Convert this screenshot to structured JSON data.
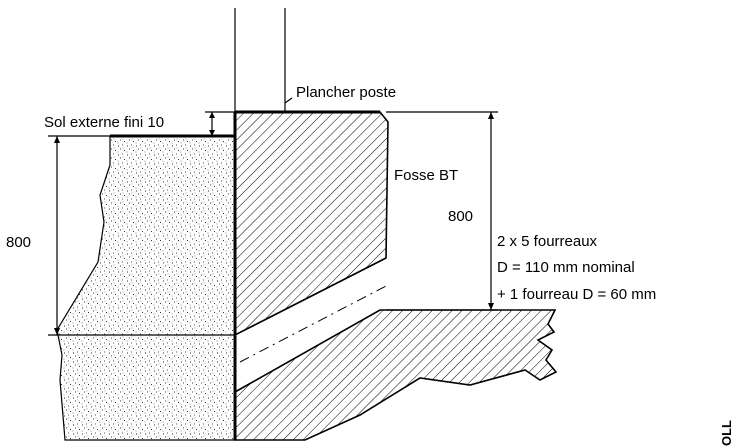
{
  "labels": {
    "plancher_poste": "Plancher poste",
    "sol_externe": "Sol externe fini 10",
    "fosse_bt": "Fosse BT",
    "dim_left": "800",
    "dim_right": "800",
    "fourreaux_line1": "2 x 5 fourreaux",
    "fourreaux_line2": "D = 110 mm nominal",
    "fourreaux_line3": "+ 1 fourreau D = 60 mm"
  },
  "side_mark": "OLL"
}
